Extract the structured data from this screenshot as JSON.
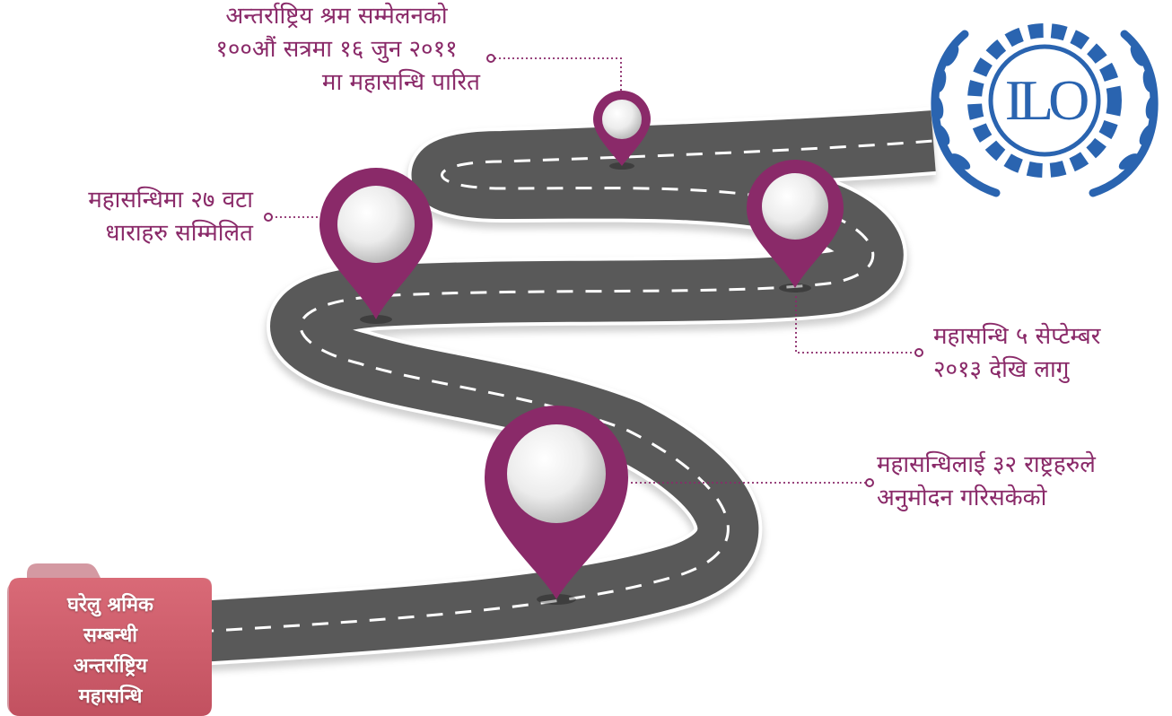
{
  "colors": {
    "accent": "#8a2a69",
    "road": "#5a5a5a",
    "road_edge": "#ffffff",
    "logo": "#2a64b0",
    "folder": "#cc5c6a"
  },
  "milestones": [
    {
      "lines": [
        "अन्तर्राष्ट्रिय श्रम सम्मेलनको",
        "१००औं सत्रमा १६ जुन २०११",
        "मा महासन्धि पारित"
      ]
    },
    {
      "lines": [
        "महासन्धिमा २७ वटा",
        "धाराहरु सम्मिलित"
      ]
    },
    {
      "lines": [
        "महासन्धि ५ सेप्टेम्बर",
        "२०१३ देखि लागु"
      ]
    },
    {
      "lines": [
        "महासन्धिलाई ३२ राष्ट्रहरुले",
        "अनुमोदन गरिसकेको"
      ]
    }
  ],
  "folder": {
    "lines": [
      "घरेलु श्रमिक",
      "सम्बन्धी",
      "अन्तर्राष्ट्रिय",
      "महासन्धि"
    ],
    "icon": "folder-icon"
  },
  "logo": {
    "text": "ILO",
    "icon": "ilo-emblem-icon"
  },
  "markers": {
    "icon": "map-pin-icon"
  }
}
